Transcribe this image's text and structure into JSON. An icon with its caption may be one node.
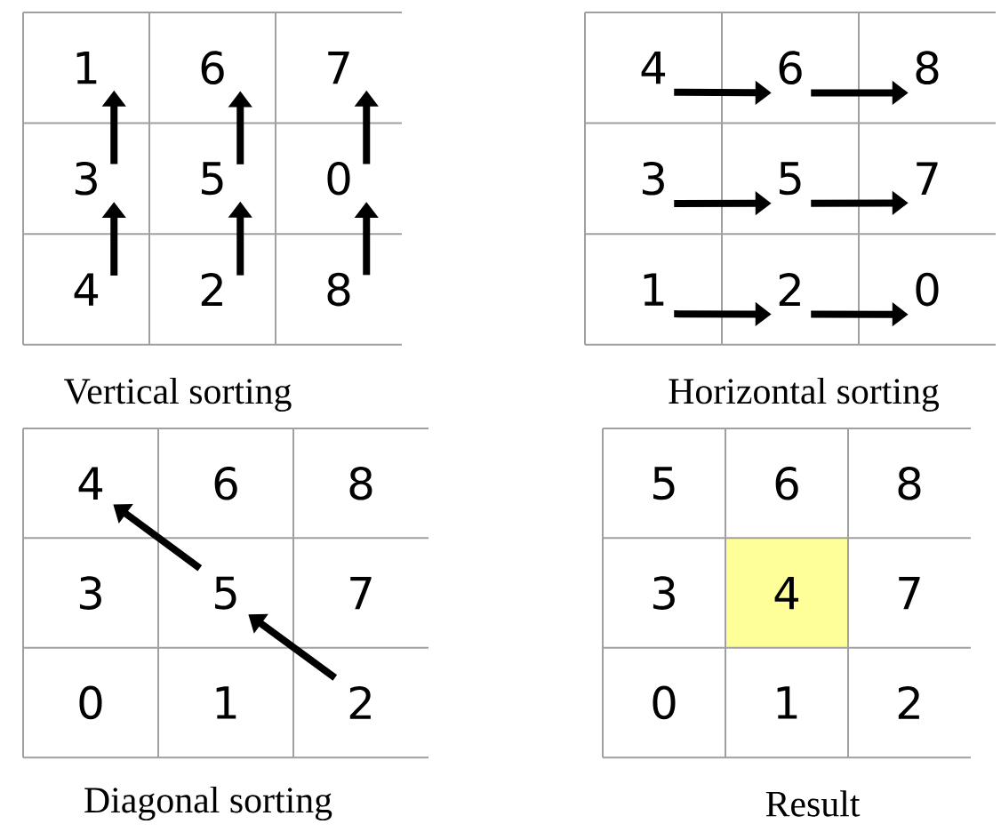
{
  "diagram": {
    "nodes": [
      {
        "text": [
          "1"
        ]
      },
      {
        "text": [
          "6"
        ]
      },
      {
        "text": [
          "7"
        ]
      },
      {
        "text": [
          "3"
        ]
      },
      {
        "text": [
          "5"
        ]
      },
      {
        "text": [
          "0"
        ]
      },
      {
        "text": [
          "4"
        ]
      },
      {
        "text": [
          "2"
        ]
      },
      {
        "text": [
          "8"
        ]
      },
      {
        "text": [
          "4"
        ]
      },
      {
        "text": [
          "6"
        ]
      },
      {
        "text": [
          "8"
        ]
      },
      {
        "text": [
          "3"
        ]
      },
      {
        "text": [
          "5"
        ]
      },
      {
        "text": [
          "7"
        ]
      },
      {
        "text": [
          "1"
        ]
      },
      {
        "text": [
          "2"
        ]
      },
      {
        "text": [
          "0"
        ]
      },
      {
        "text": [
          "4"
        ]
      },
      {
        "text": [
          "6"
        ]
      },
      {
        "text": [
          "8"
        ]
      },
      {
        "text": [
          "3"
        ]
      },
      {
        "text": [
          "5"
        ]
      },
      {
        "text": [
          "7"
        ]
      },
      {
        "text": [
          "0"
        ]
      },
      {
        "text": [
          "1"
        ]
      },
      {
        "text": [
          "2"
        ]
      },
      {
        "text": [
          "5"
        ]
      },
      {
        "text": [
          "6"
        ]
      },
      {
        "text": [
          "8"
        ]
      },
      {
        "text": [
          "3"
        ]
      },
      {
        "text": [
          "4"
        ]
      },
      {
        "text": [
          "7"
        ]
      },
      {
        "text": [
          "0"
        ]
      },
      {
        "text": [
          "1"
        ]
      },
      {
        "text": [
          "2"
        ]
      }
    ],
    "edges": [
      {
        "from": 3,
        "to": 0,
        "arrow": "to"
      },
      {
        "from": 4,
        "to": 1,
        "arrow": "to"
      },
      {
        "from": 5,
        "to": 2,
        "arrow": "to"
      },
      {
        "from": 6,
        "to": 3,
        "arrow": "to"
      },
      {
        "from": 7,
        "to": 4,
        "arrow": "to"
      },
      {
        "from": 8,
        "to": 5,
        "arrow": "to"
      },
      {
        "from": 9,
        "to": 10,
        "arrow": "to"
      },
      {
        "from": 10,
        "to": 11,
        "arrow": "to"
      },
      {
        "from": 12,
        "to": 13,
        "arrow": "to"
      },
      {
        "from": 13,
        "to": 14,
        "arrow": "to"
      },
      {
        "from": 15,
        "to": 16,
        "arrow": "to"
      },
      {
        "from": 16,
        "to": 17,
        "arrow": "to"
      },
      {
        "from": 22,
        "to": 18,
        "arrow": "to"
      },
      {
        "from": 26,
        "to": 22,
        "arrow": "to"
      }
    ],
    "labels": [
      "Vertical sorting",
      "Horizontal sorting",
      "Diagonal sorting",
      "Result"
    ]
  }
}
